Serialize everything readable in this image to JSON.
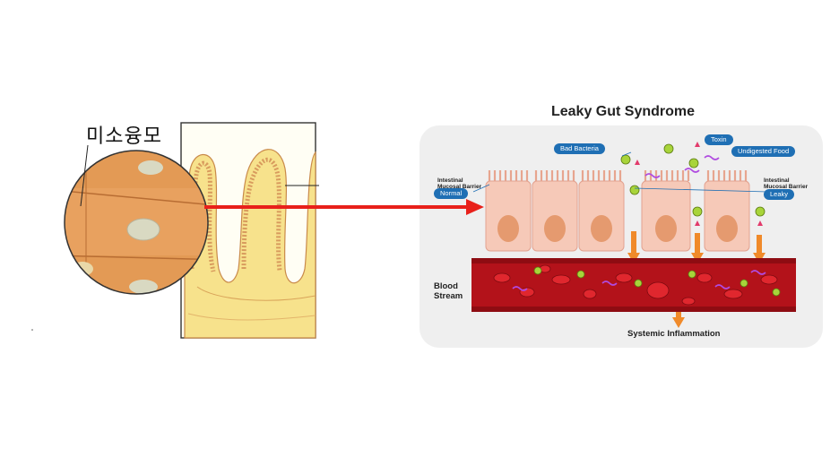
{
  "left_figure": {
    "label": "미소융모"
  },
  "leaky_gut": {
    "title": "Leaky Gut Syndrome",
    "barrier_left": [
      "Intestinal",
      "Mucosal Barrier"
    ],
    "barrier_right": [
      "Intestinal",
      "Mucosal Barrier"
    ],
    "normal_pill": "Normal",
    "leaky_pill": "Leaky",
    "bad_bacteria_pill": "Bad Bacteria",
    "toxin_pill": "Toxin",
    "undigested_food_pill": "Undigested Food",
    "blood_stream": [
      "Blood",
      "Stream"
    ],
    "systemic_inflammation": "Systemic Inflammation"
  },
  "colors": {
    "arrow": "#e8201a",
    "cell_fill": "#f6c9b8",
    "cell_nucleus": "#e59a6f",
    "blood_vessel": "#b3121a",
    "panel_bg": "#efefef",
    "villus_fill": "#f7e28c",
    "pill_blue": "#1f6fb4"
  }
}
